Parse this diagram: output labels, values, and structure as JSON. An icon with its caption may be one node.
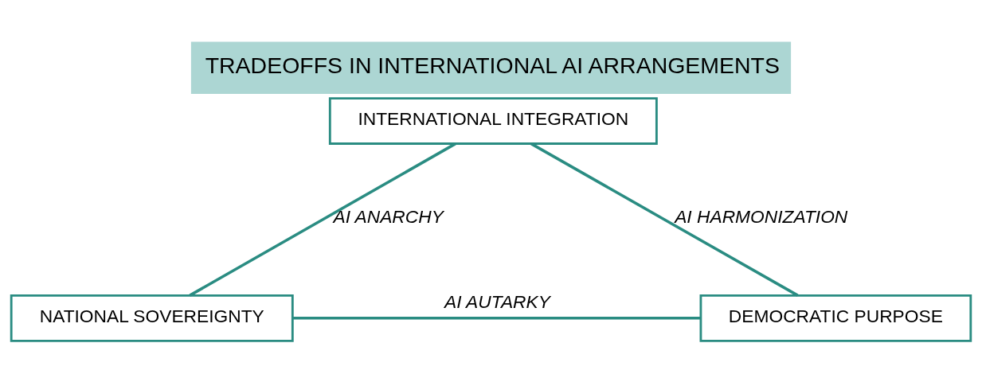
{
  "diagram": {
    "title": "TRADEOFFS IN INTERNATIONAL AI ARRANGEMENTS",
    "nodes": [
      {
        "text": [
          "INTERNATIONAL INTEGRATION"
        ]
      },
      {
        "text": [
          "NATIONAL SOVEREIGNTY"
        ]
      },
      {
        "text": [
          "DEMOCRATIC PURPOSE"
        ]
      }
    ],
    "edges": [
      {
        "from": 0,
        "to": 1,
        "arrow": "none",
        "label": "AI ANARCHY"
      },
      {
        "from": 0,
        "to": 2,
        "arrow": "none",
        "label": "AI HARMONIZATION"
      },
      {
        "from": 1,
        "to": 2,
        "arrow": "none",
        "label": "AI AUTARKY"
      }
    ]
  }
}
